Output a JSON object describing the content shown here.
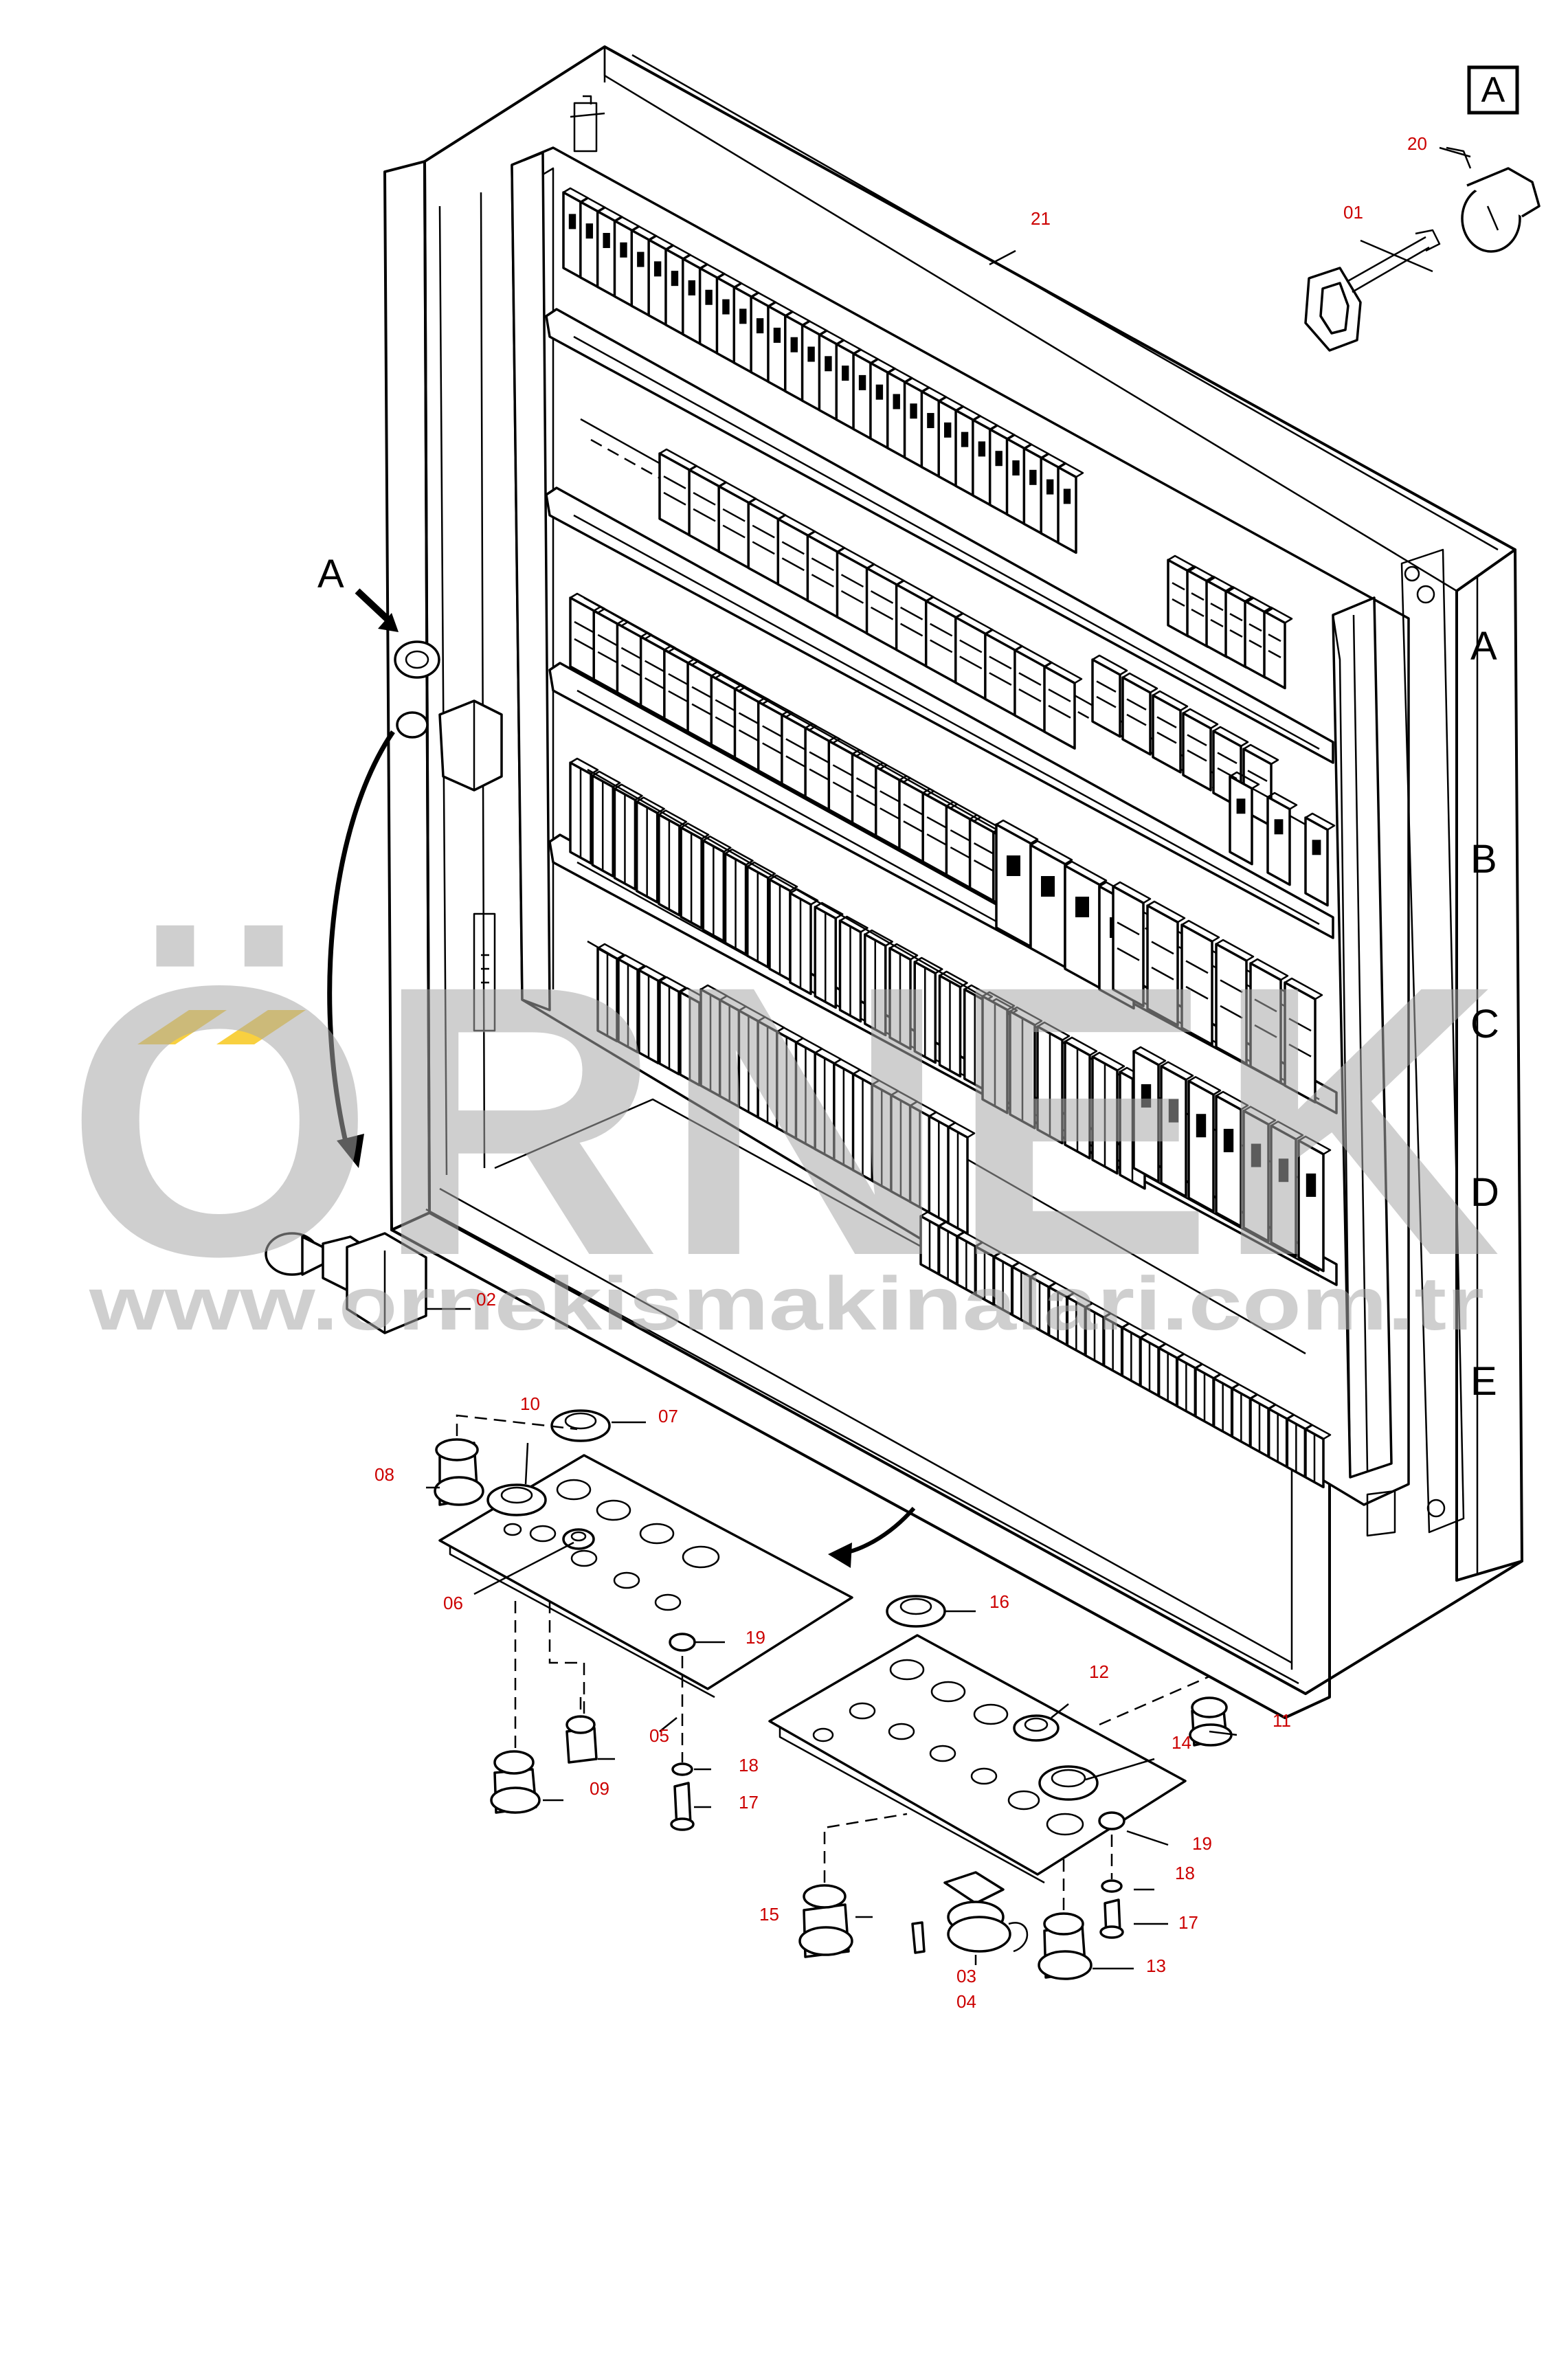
{
  "diagram": {
    "detail_box_label": "A",
    "view_marker": "A",
    "row_labels": [
      "A",
      "B",
      "C",
      "D",
      "E"
    ],
    "callouts": [
      {
        "id": "01",
        "text": "01"
      },
      {
        "id": "02",
        "text": "02"
      },
      {
        "id": "03",
        "text": "03"
      },
      {
        "id": "04",
        "text": "04"
      },
      {
        "id": "05",
        "text": "05"
      },
      {
        "id": "06",
        "text": "06"
      },
      {
        "id": "07",
        "text": "07"
      },
      {
        "id": "08",
        "text": "08"
      },
      {
        "id": "09",
        "text": "09"
      },
      {
        "id": "10",
        "text": "10"
      },
      {
        "id": "11",
        "text": "11"
      },
      {
        "id": "12",
        "text": "12"
      },
      {
        "id": "13",
        "text": "13"
      },
      {
        "id": "14",
        "text": "14"
      },
      {
        "id": "15",
        "text": "15"
      },
      {
        "id": "16",
        "text": "16"
      },
      {
        "id": "17a",
        "text": "17"
      },
      {
        "id": "17b",
        "text": "17"
      },
      {
        "id": "18a",
        "text": "18"
      },
      {
        "id": "18b",
        "text": "18"
      },
      {
        "id": "19a",
        "text": "19"
      },
      {
        "id": "19b",
        "text": "19"
      },
      {
        "id": "20",
        "text": "20"
      },
      {
        "id": "21",
        "text": "21"
      }
    ],
    "callout_color": "#cc0000"
  },
  "watermark": {
    "brand": "ÖRNEK",
    "url": "www.ornekismakinalari.com.tr",
    "accent_color": "#f5c000"
  }
}
